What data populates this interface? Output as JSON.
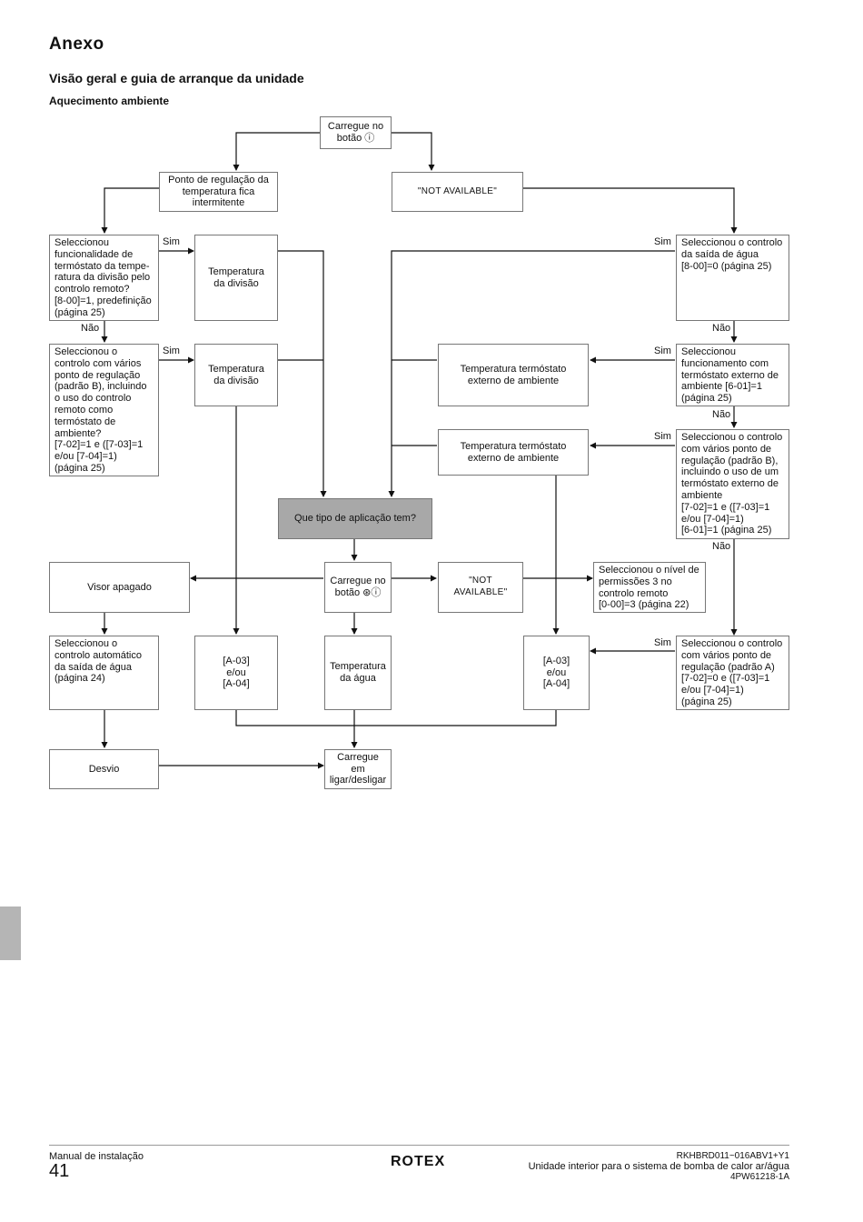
{
  "header": {
    "title": "Anexo",
    "subtitle": "Visão geral e guia de arranque da unidade",
    "section": "Aquecimento ambiente"
  },
  "boxes": {
    "b1": "Carregue no\nbotão ⓘ",
    "b2": "Ponto de regulação da\ntemperatura fica\nintermitente",
    "b3": "\"NOT AVAILABLE\"",
    "b4": "Seleccionou\nfuncionalidade de\ntermóstato da tempe-\nratura da divisão pelo\ncontrolo remoto?\n[8-00]=1, predefinição\n(página 25)",
    "b5": "Temperatura\nda divisão",
    "b6": "Seleccionou o controlo\nda saída de água\n[8-00]=0 (página 25)",
    "b7": "Seleccionou o\ncontrolo com vários\nponto de regulação\n(padrão B), incluindo\no uso do controlo\nremoto como\ntermóstato de\nambiente?\n[7-02]=1 e ([7-03]=1\ne/ou [7-04]=1)\n(página 25)",
    "b8": "Temperatura\nda divisão",
    "b9": "Temperatura termóstato\nexterno de ambiente",
    "b10": "Seleccionou\nfuncionamento com\ntermóstato externo de\nambiente [6-01]=1\n(página 25)",
    "b11": "Temperatura termóstato\nexterno de ambiente",
    "b12": "Seleccionou o controlo\ncom vários ponto de\nregulação (padrão B),\nincluindo o uso de um\ntermóstato externo de\nambiente\n[7-02]=1 e ([7-03]=1\ne/ou [7-04]=1)\n[6-01]=1 (página 25)",
    "b13": "Que tipo de aplicação tem?",
    "b14": "Visor apagado",
    "b15": "Carregue no\nbotão ⊛ⓘ",
    "b16": "\"NOT AVAILABLE\"",
    "b17": "Seleccionou o nível de\npermissões 3 no\ncontrolo remoto\n[0-00]=3 (página 22)",
    "b18": "Seleccionou o\ncontrolo automático\nda saída de água\n(página 24)",
    "b19": "[A-03]\ne/ou\n[A-04]",
    "b20": "Temperatura\nda água",
    "b21": "[A-03]\ne/ou\n[A-04]",
    "b22": "Seleccionou o controlo\ncom vários ponto de\nregulação (padrão A)\n[7-02]=0 e ([7-03]=1\ne/ou [7-04]=1)\n(página 25)",
    "b23": "Desvio",
    "b24": "Carregue\nem\nligar/desligar"
  },
  "labels": {
    "sim1": "Sim",
    "sim2": "Sim",
    "sim3": "Sim",
    "sim4": "Sim",
    "sim5": "Sim",
    "sim6": "Sim",
    "nao1": "Não",
    "nao2": "Não",
    "nao3": "Não",
    "nao4": "Não"
  },
  "footer": {
    "manual": "Manual de instalação",
    "page": "41",
    "logo": "ROTEX",
    "model": "RKHBRD011~016ABV1+Y1",
    "description": "Unidade interior para o sistema de bomba de calor ar/água",
    "code": "4PW61218-1A"
  },
  "colors": {
    "highlight_box": "#a8a8a8",
    "side_tab": "#b5b5b5"
  }
}
